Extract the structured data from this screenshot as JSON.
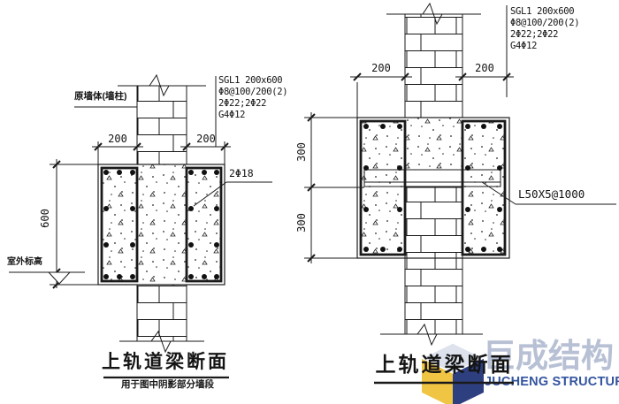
{
  "figures": {
    "left": {
      "title": "上轨道梁断面",
      "subtitle": "用于图中阴影部分墙段",
      "wall_label": "原墙体(墙柱)",
      "elevation_label": "室外标高",
      "rebar_callout": "2Φ18",
      "note_lines": [
        "SGL1 200x600",
        "Φ8@100/200(2)",
        "2Φ22;2Φ22",
        "G4Φ12"
      ],
      "dim_left": "200",
      "dim_right": "200",
      "dim_height": "600"
    },
    "right": {
      "title": "上轨道梁断面",
      "angle_callout": "L50X5@1000",
      "note_lines": [
        "SGL1 200x600",
        "Φ8@100/200(2)",
        "2Φ22;2Φ22",
        "G4Φ12"
      ],
      "dim_left": "200",
      "dim_right": "200",
      "dim_upper": "300",
      "dim_lower": "300"
    }
  },
  "watermark": {
    "cn": "巨成结构",
    "en": "JUCHENG STRUCTURE"
  },
  "colors": {
    "line": "#1a1a1a",
    "watermark_cn": "#b7c0d4",
    "watermark_en": "#33549f",
    "cube_yellow": "#f0c543",
    "cube_navy": "#2e3f7f",
    "cube_top": "#dde2ec"
  }
}
